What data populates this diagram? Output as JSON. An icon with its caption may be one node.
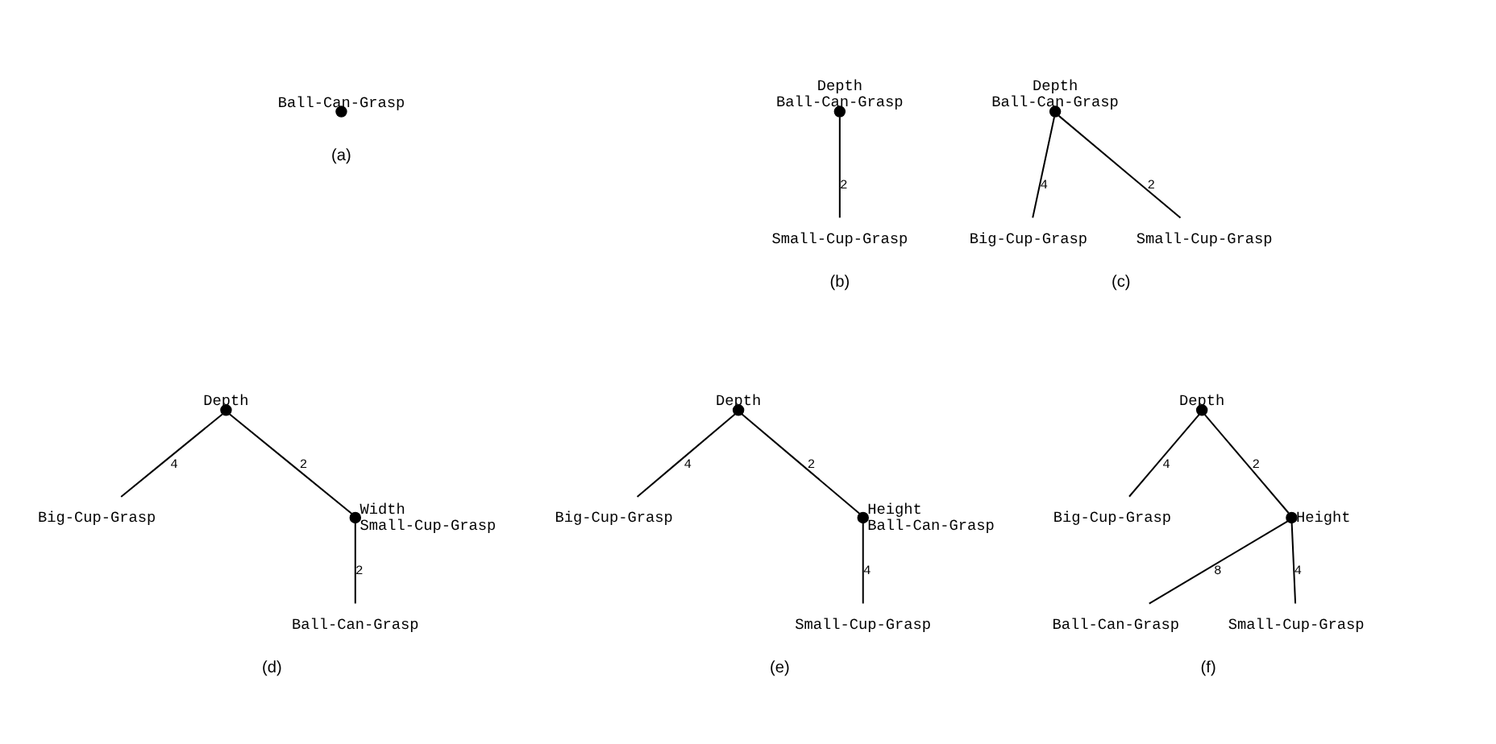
{
  "diagram": {
    "nodes": [
      {
        "text": [],
        "shape": "circle",
        "beside": [
          "Ball-Can-Grasp"
        ]
      },
      {
        "text": [],
        "shape": "circle",
        "beside": [
          "Depth",
          "Ball-Can-Grasp"
        ]
      },
      {
        "text": [
          "Small-Cup-Grasp"
        ]
      },
      {
        "text": [],
        "shape": "circle",
        "beside": [
          "Depth",
          "Ball-Can-Grasp"
        ]
      },
      {
        "text": [
          "Big-Cup-Grasp"
        ]
      },
      {
        "text": [
          "Small-Cup-Grasp"
        ]
      },
      {
        "text": [],
        "shape": "circle",
        "beside": [
          "Depth"
        ]
      },
      {
        "text": [
          "Big-Cup-Grasp"
        ]
      },
      {
        "text": [],
        "shape": "circle",
        "beside": [
          "Width",
          "Small-Cup-Grasp"
        ]
      },
      {
        "text": [
          "Ball-Can-Grasp"
        ]
      },
      {
        "text": [],
        "shape": "circle",
        "beside": [
          "Depth"
        ]
      },
      {
        "text": [
          "Big-Cup-Grasp"
        ]
      },
      {
        "text": [],
        "shape": "circle",
        "beside": [
          "Height",
          "Ball-Can-Grasp"
        ]
      },
      {
        "text": [
          "Small-Cup-Grasp"
        ]
      },
      {
        "text": [],
        "shape": "circle",
        "beside": [
          "Depth"
        ]
      },
      {
        "text": [
          "Big-Cup-Grasp"
        ]
      },
      {
        "text": [],
        "shape": "circle",
        "beside": [
          "Height"
        ]
      },
      {
        "text": [
          "Ball-Can-Grasp"
        ]
      },
      {
        "text": [
          "Small-Cup-Grasp"
        ]
      }
    ],
    "edges": [
      {
        "from": 1,
        "to": 2,
        "arrow": "none",
        "label": "2"
      },
      {
        "from": 3,
        "to": 4,
        "arrow": "none",
        "label": "4"
      },
      {
        "from": 3,
        "to": 5,
        "arrow": "none",
        "label": "2"
      },
      {
        "from": 6,
        "to": 7,
        "arrow": "none",
        "label": "4"
      },
      {
        "from": 6,
        "to": 8,
        "arrow": "none",
        "label": "2"
      },
      {
        "from": 8,
        "to": 9,
        "arrow": "none",
        "label": "2"
      },
      {
        "from": 10,
        "to": 11,
        "arrow": "none",
        "label": "4"
      },
      {
        "from": 10,
        "to": 12,
        "arrow": "none",
        "label": "2"
      },
      {
        "from": 12,
        "to": 13,
        "arrow": "none",
        "label": "4"
      },
      {
        "from": 14,
        "to": 15,
        "arrow": "none",
        "label": "4"
      },
      {
        "from": 14,
        "to": 16,
        "arrow": "none",
        "label": "2"
      },
      {
        "from": 16,
        "to": 17,
        "arrow": "none",
        "label": "8"
      },
      {
        "from": 16,
        "to": 18,
        "arrow": "none",
        "label": "4"
      }
    ],
    "labels": [
      "(a)",
      "(b)",
      "(c)",
      "(d)",
      "(e)",
      "(f)"
    ]
  }
}
